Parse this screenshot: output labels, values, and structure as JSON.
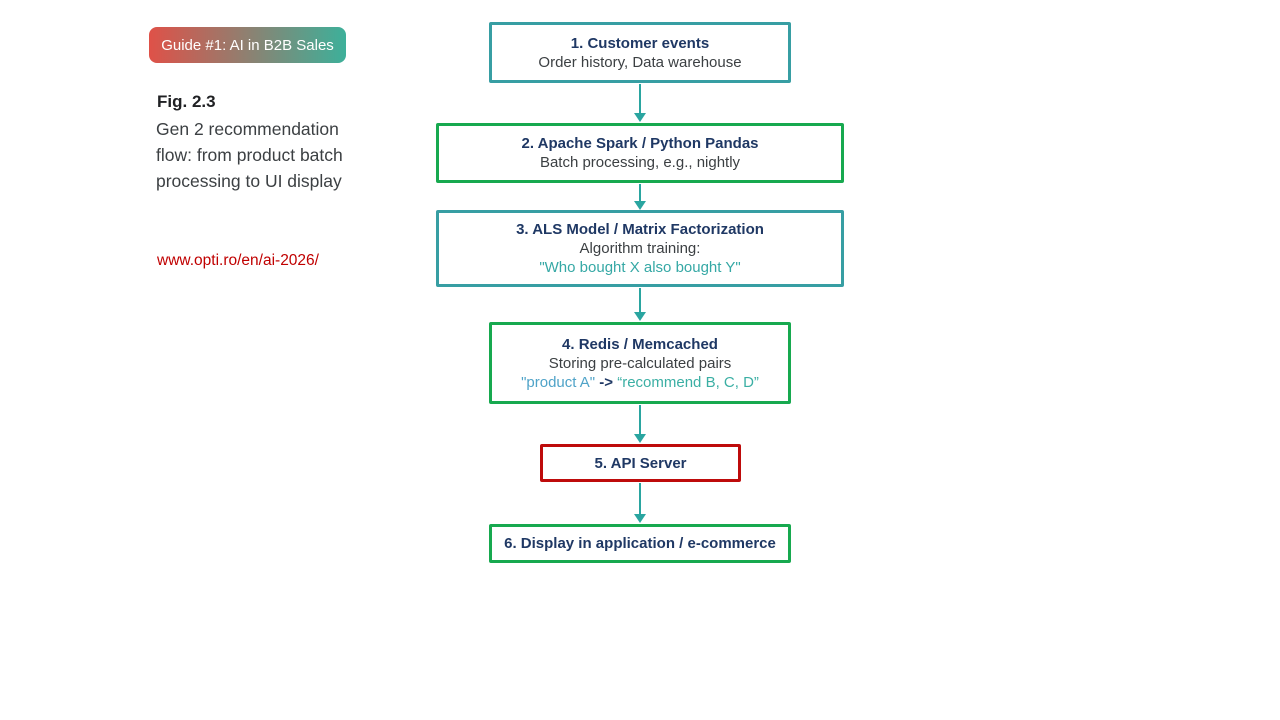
{
  "badge": {
    "label": "Guide #1: AI in B2B Sales",
    "gradient_start": "#DF5148",
    "gradient_end": "#3DB09A"
  },
  "figure": {
    "label": "Fig. 2.3",
    "caption": "Gen 2 recommendation flow: from product batch processing to UI display",
    "url": "www.opti.ro/en/ai-2026/"
  },
  "palette": {
    "teal_border": "#379EA3",
    "green_border": "#17A94F",
    "red_border": "#BE0B0B",
    "arrow": "#2AA5A0",
    "title_navy": "#1F3864",
    "body_gray": "#3C4043",
    "quote_teal": "#35A8A5",
    "pair_from_blue": "#4FA3C8",
    "pair_to_teal": "#3BAFA4",
    "url_red": "#C00000"
  },
  "flow": {
    "nodes": [
      {
        "title": "1. Customer events",
        "subtitle": "Order history, Data warehouse",
        "border": "teal"
      },
      {
        "title": "2. Apache Spark / Python Pandas",
        "subtitle": "Batch processing, e.g., nightly",
        "border": "green"
      },
      {
        "title": "3. ALS Model / Matrix Factorization",
        "subtitle": "Algorithm training:",
        "quote": "\"Who bought X also bought Y\"",
        "border": "teal"
      },
      {
        "title": "4. Redis / Memcached",
        "subtitle": "Storing pre-calculated pairs",
        "pair_from": "\"product A\"",
        "pair_sep": " -> ",
        "pair_to": "“recommend B, C, D”",
        "border": "green"
      },
      {
        "title": "5. API Server",
        "border": "red"
      },
      {
        "title": "6. Display in application / e-commerce",
        "border": "green"
      }
    ]
  }
}
